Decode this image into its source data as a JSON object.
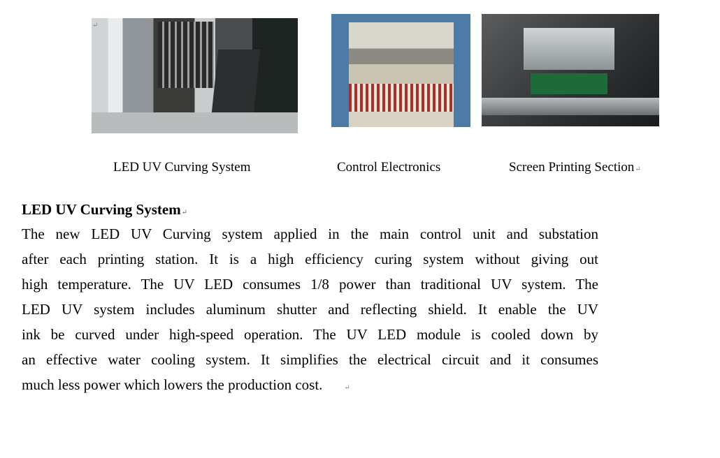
{
  "figures": [
    {
      "caption": "LED UV Curving System"
    },
    {
      "caption": "Control Electronics"
    },
    {
      "caption": "Screen Printing Section"
    }
  ],
  "section": {
    "heading": "LED UV Curving System",
    "lines": [
      "The new LED UV Curving system applied in the main control unit and substation",
      "after each printing station. It is a high efficiency curing system without giving out",
      "high temperature. The UV LED consumes 1/8 power than traditional UV system. The",
      "LED UV system includes aluminum shutter and reflecting shield.   It enable the UV",
      "ink be curved under high-speed operation.   The UV LED module is cooled down by",
      "an effective water cooling system.   It simplifies the electrical circuit and it consumes",
      "much less power which lowers the production cost."
    ]
  }
}
